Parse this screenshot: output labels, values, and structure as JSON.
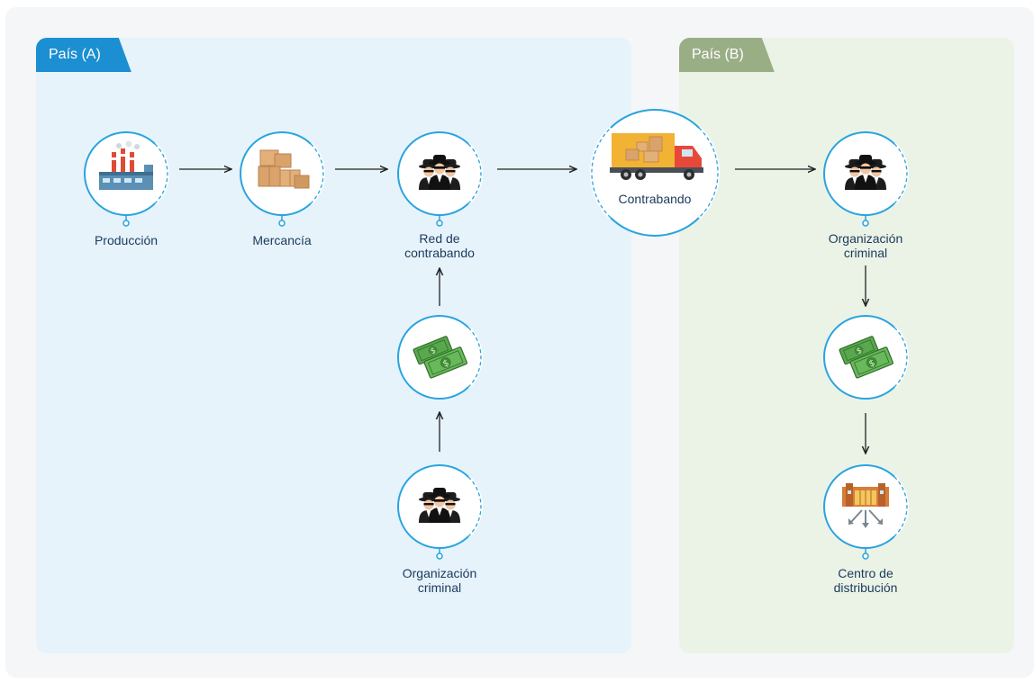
{
  "panels": {
    "a": {
      "title": "País (A)",
      "color": "#1b8fd2"
    },
    "b": {
      "title": "País (B)",
      "color": "#9aae86"
    }
  },
  "nodes": {
    "produccion": {
      "label": "Producción",
      "icon": "factory-icon"
    },
    "mercancia": {
      "label": "Mercancía",
      "icon": "boxes-icon"
    },
    "red_contrabando": {
      "label_line1": "Red de",
      "label_line2": "contrabando",
      "icon": "criminals-icon"
    },
    "dinero_a": {
      "icon": "money-icon"
    },
    "org_criminal_a": {
      "label_line1": "Organización",
      "label_line2": "criminal",
      "icon": "criminals-icon"
    },
    "contrabando": {
      "label": "Contrabando",
      "icon": "truck-icon"
    },
    "org_criminal_b": {
      "label_line1": "Organización",
      "label_line2": "criminal",
      "icon": "criminals-icon"
    },
    "dinero_b": {
      "icon": "money-icon"
    },
    "centro_distribucion": {
      "label_line1": "Centro de",
      "label_line2": "distribución",
      "icon": "warehouse-icon"
    }
  },
  "colors": {
    "ring": "#29a3e0",
    "text": "#1a3a5c",
    "arrow": "#222222"
  }
}
